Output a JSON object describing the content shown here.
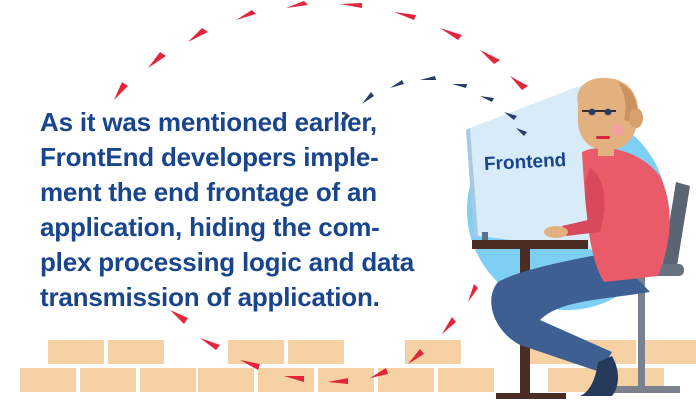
{
  "text": {
    "lines": [
      "As it was mentioned earlier,",
      "FrontEnd developers imple-",
      "ment the end frontage of an",
      "application, hiding the com-",
      "plex processing logic and data",
      "transmission of application."
    ]
  },
  "screen": {
    "label": "Frontend"
  },
  "colors": {
    "text": "#18458c",
    "circle": "#7ecff4",
    "bricks": "#f5d1a3",
    "shirt": "#ea5b6a",
    "pants": "#3d5f92",
    "skin": "#e3b180",
    "arrows_red": "#e3253a",
    "arrows_navy": "#2b3c66"
  }
}
